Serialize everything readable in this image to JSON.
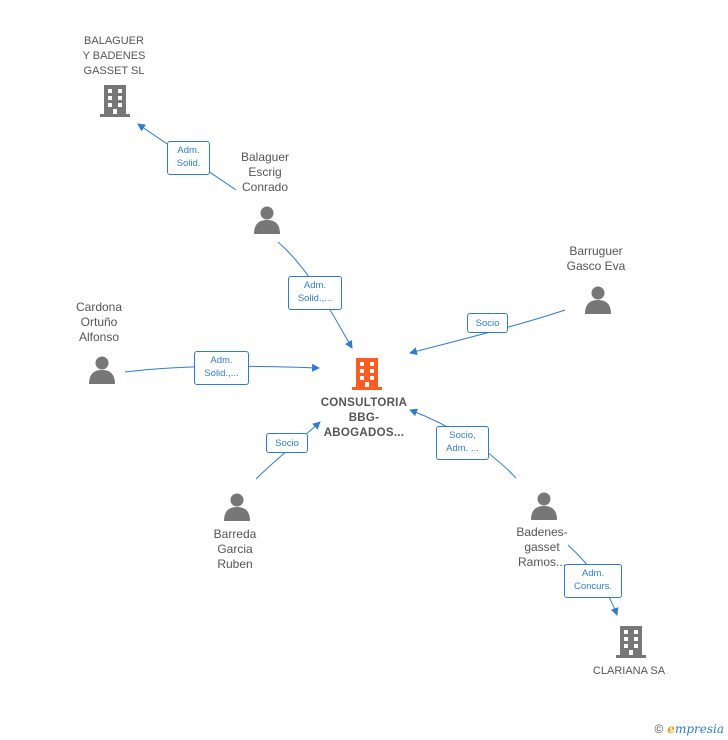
{
  "main_company": {
    "label": "CONSULTORIA\nBBG-\nABOGADOS...",
    "color": "#ff5a1f"
  },
  "companies": [
    {
      "id": "balaguer-badenes",
      "label": "BALAGUER\nY BADENES\nGASSET SL"
    },
    {
      "id": "clariana",
      "label": "CLARIANA SA"
    }
  ],
  "persons": [
    {
      "id": "balaguer-escrig",
      "label": "Balaguer\nEscrig\nConrado"
    },
    {
      "id": "barruguer",
      "label": "Barruguer\nGasco Eva"
    },
    {
      "id": "cardona",
      "label": "Cardona\nOrtuño\nAlfonso"
    },
    {
      "id": "barreda",
      "label": "Barreda\nGarcia\nRuben"
    },
    {
      "id": "badenes-gasset",
      "label": "Badenes-\ngasset\nRamos..."
    }
  ],
  "relations": [
    {
      "id": "rel-adm-solid-1",
      "label": "Adm.\nSolid."
    },
    {
      "id": "rel-adm-solid-2",
      "label": "Adm.\nSolid.,..."
    },
    {
      "id": "rel-socio-1",
      "label": "Socio"
    },
    {
      "id": "rel-adm-solid-3",
      "label": "Adm.\nSolid.,..."
    },
    {
      "id": "rel-socio-2",
      "label": "Socio"
    },
    {
      "id": "rel-socio-adm",
      "label": "Socio,\nAdm. ..."
    },
    {
      "id": "rel-adm-concurs",
      "label": "Adm.\nConcurs."
    }
  ],
  "colors": {
    "edge": "#2f7bd3",
    "node": "#777777",
    "main": "#ff5a1f"
  },
  "footer": {
    "copyright": "©",
    "brand_e": "e",
    "brand_rest": "mpresia"
  }
}
